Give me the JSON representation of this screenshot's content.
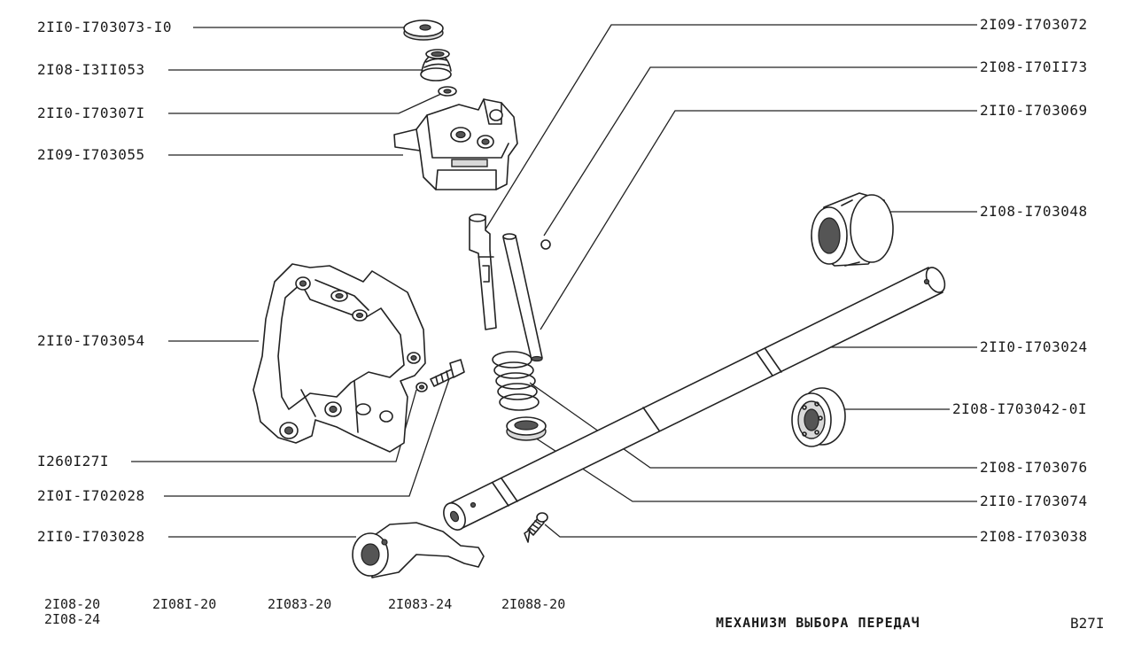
{
  "parts_left": [
    {
      "id": "p1",
      "number": "2II0-I703073-I0"
    },
    {
      "id": "p2",
      "number": "2I08-I3II053"
    },
    {
      "id": "p3",
      "number": "2II0-I70307I"
    },
    {
      "id": "p4",
      "number": "2I09-I703055"
    },
    {
      "id": "p5",
      "number": "2II0-I703054"
    },
    {
      "id": "p6",
      "number": "I260I27I"
    },
    {
      "id": "p7",
      "number": "2I0I-I702028"
    },
    {
      "id": "p8",
      "number": "2II0-I703028"
    }
  ],
  "parts_right": [
    {
      "id": "p9",
      "number": "2I09-I703072"
    },
    {
      "id": "p10",
      "number": "2I08-I70II73"
    },
    {
      "id": "p11",
      "number": "2II0-I703069"
    },
    {
      "id": "p12",
      "number": "2I08-I703048"
    },
    {
      "id": "p13",
      "number": "2II0-I703024"
    },
    {
      "id": "p14",
      "number": "2I08-I703042-0I"
    },
    {
      "id": "p15",
      "number": "2I08-I703076"
    },
    {
      "id": "p16",
      "number": "2II0-I703074"
    },
    {
      "id": "p17",
      "number": "2I08-I703038"
    }
  ],
  "models": [
    "2I08-20",
    "2I08-24",
    "2I08I-20",
    "2I083-20",
    "2I083-24",
    "2I088-20"
  ],
  "title": "МЕХАНИЗМ ВЫБОРА ПЕРЕДАЧ",
  "figure_code": "B27I"
}
